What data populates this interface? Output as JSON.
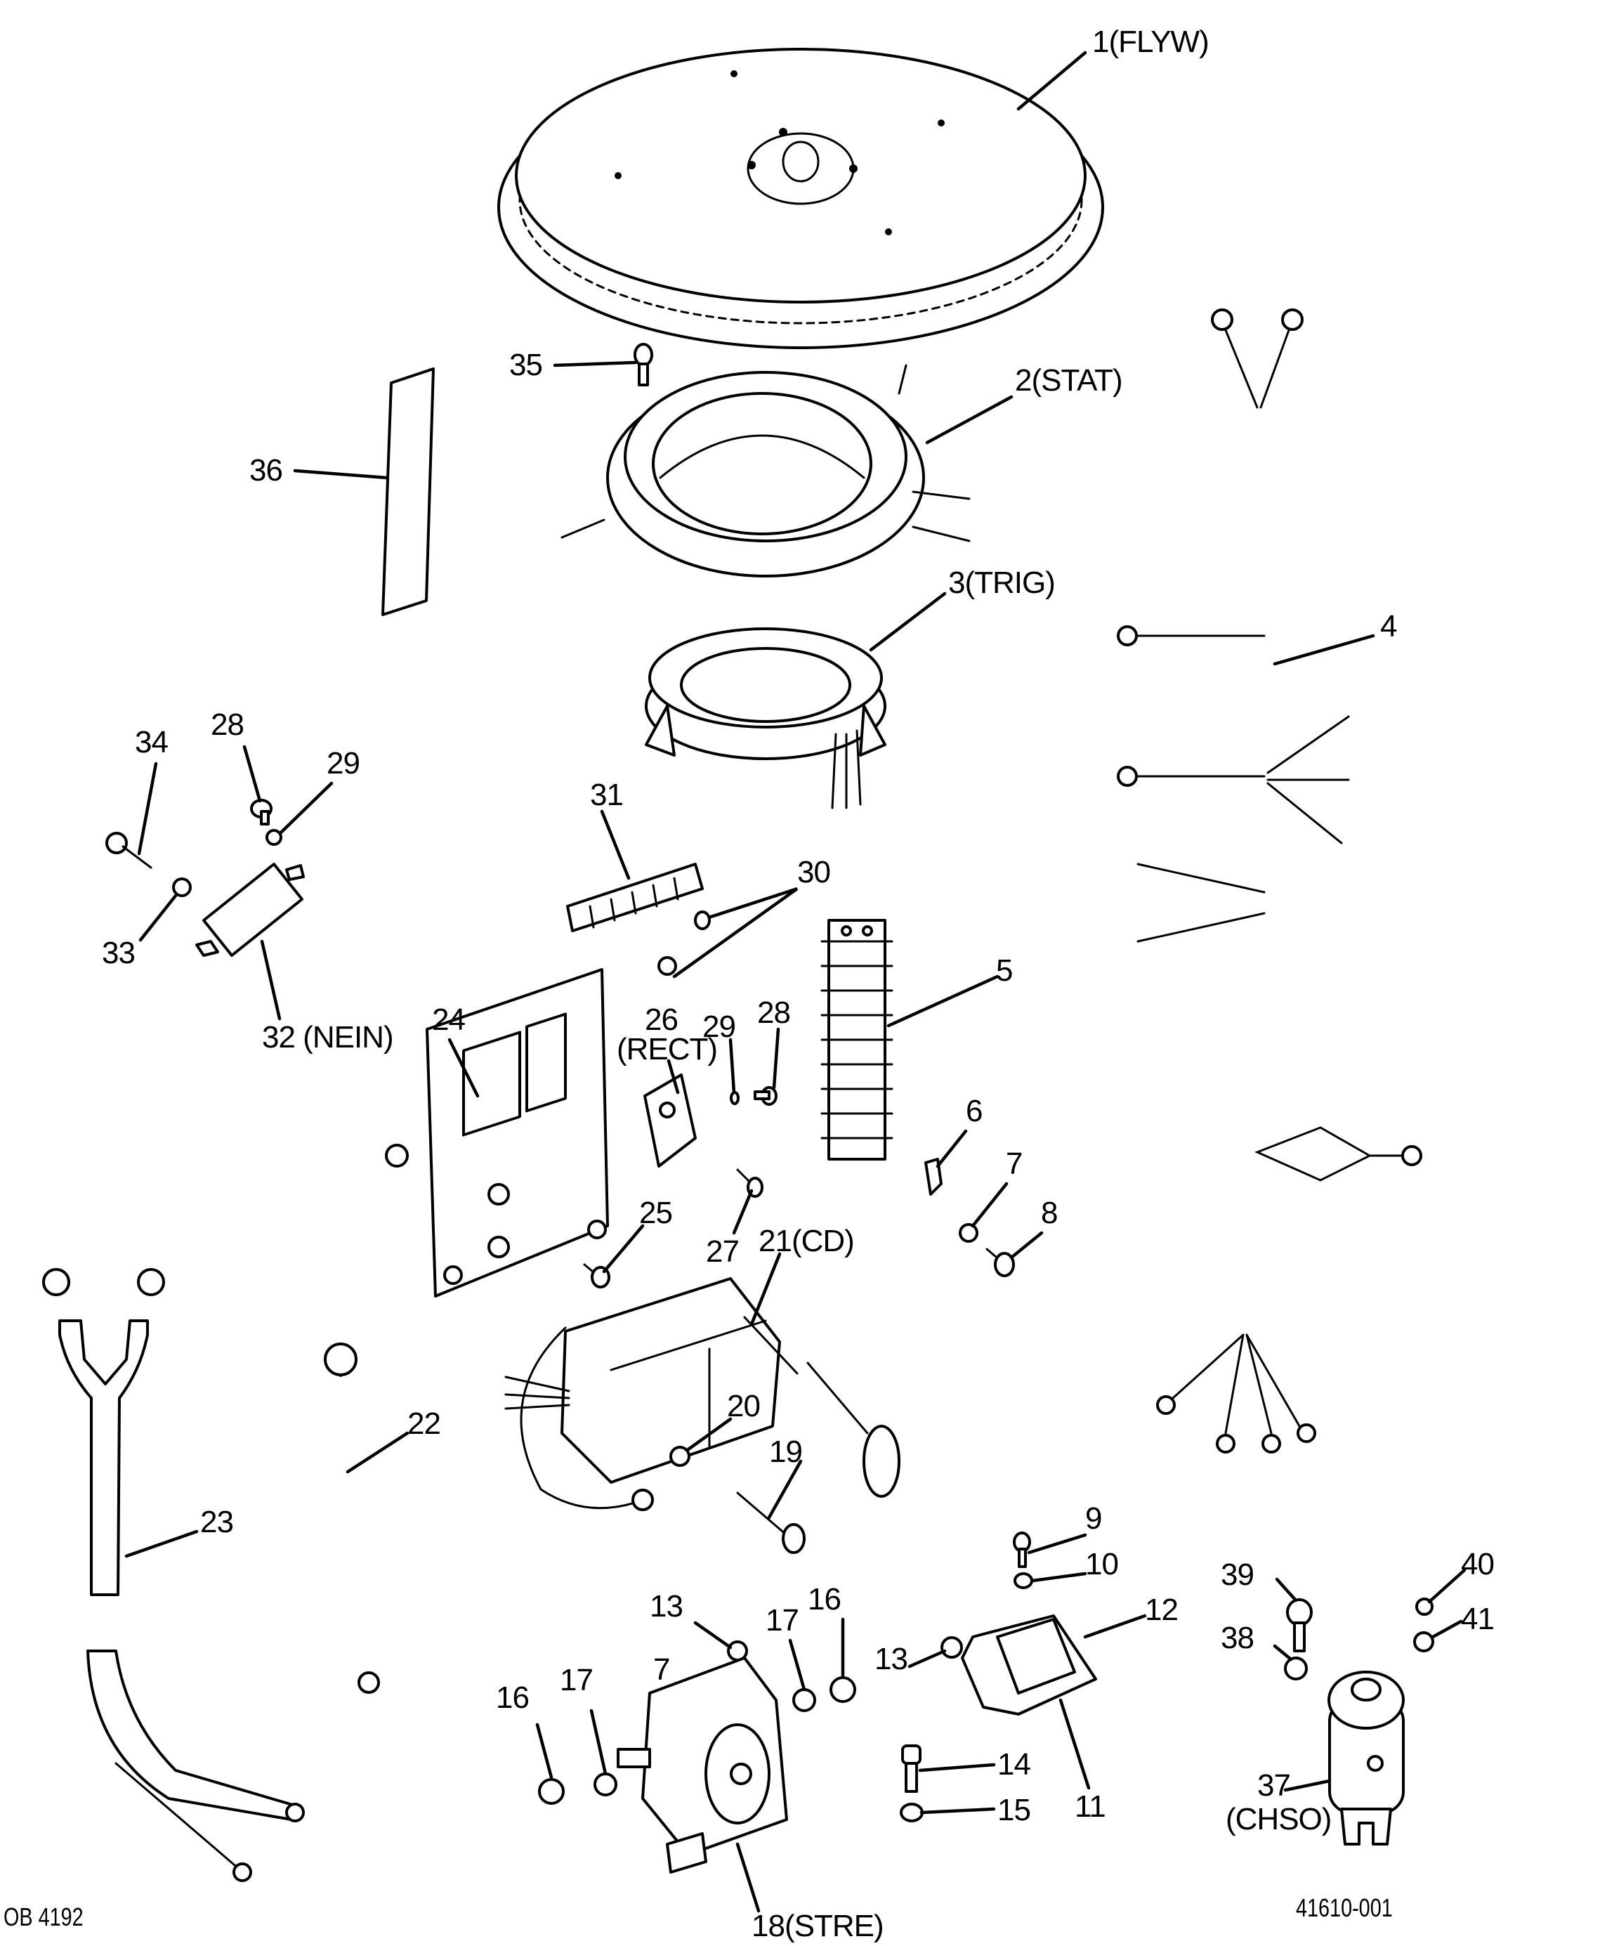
{
  "figure": {
    "title": "Outboard ignition / electrical exploded parts diagram",
    "figure_code": "OB 4192",
    "drawing_number": "41610-001"
  },
  "callouts": [
    {
      "id": "1",
      "text": "1(FLYW)",
      "part": "flywheel"
    },
    {
      "id": "2",
      "text": "2(STAT)",
      "part": "stator"
    },
    {
      "id": "3",
      "text": "3(TRIG)",
      "part": "trigger"
    },
    {
      "id": "4",
      "text": "4",
      "part": "wiring-harness"
    },
    {
      "id": "5",
      "text": "5",
      "part": "terminal-block"
    },
    {
      "id": "6",
      "text": "6",
      "part": "clip"
    },
    {
      "id": "7a",
      "text": "7",
      "part": "lockwasher"
    },
    {
      "id": "8",
      "text": "8",
      "part": "screw"
    },
    {
      "id": "9",
      "text": "9",
      "part": "screw"
    },
    {
      "id": "10",
      "text": "10",
      "part": "washer"
    },
    {
      "id": "11",
      "text": "11",
      "part": "regulator-base"
    },
    {
      "id": "12",
      "text": "12",
      "part": "regulator"
    },
    {
      "id": "13a",
      "text": "13",
      "part": "nut"
    },
    {
      "id": "13b",
      "text": "13",
      "part": "nut"
    },
    {
      "id": "14",
      "text": "14",
      "part": "bolt"
    },
    {
      "id": "15",
      "text": "15",
      "part": "washer"
    },
    {
      "id": "16a",
      "text": "16",
      "part": "nut"
    },
    {
      "id": "16b",
      "text": "16",
      "part": "nut"
    },
    {
      "id": "17a",
      "text": "17",
      "part": "lockwasher"
    },
    {
      "id": "17b",
      "text": "17",
      "part": "lockwasher"
    },
    {
      "id": "7b",
      "text": "7",
      "part": "lockwasher"
    },
    {
      "id": "18",
      "text": "18(STRE)",
      "part": "starter-solenoid"
    },
    {
      "id": "19",
      "text": "19",
      "part": "screw"
    },
    {
      "id": "20",
      "text": "20",
      "part": "washer"
    },
    {
      "id": "21",
      "text": "21(CD)",
      "part": "ignition-coil"
    },
    {
      "id": "22",
      "text": "22",
      "part": "ground-lead"
    },
    {
      "id": "23",
      "text": "23",
      "part": "battery-cable"
    },
    {
      "id": "24",
      "text": "24",
      "part": "mounting-plate"
    },
    {
      "id": "25",
      "text": "25",
      "part": "screw"
    },
    {
      "id": "26a",
      "text": "26",
      "part": "rectifier"
    },
    {
      "id": "26b",
      "text": "(RECT)",
      "part": "rectifier"
    },
    {
      "id": "27",
      "text": "27",
      "part": "screw"
    },
    {
      "id": "28a",
      "text": "28",
      "part": "screw"
    },
    {
      "id": "28b",
      "text": "28",
      "part": "screw"
    },
    {
      "id": "29a",
      "text": "29",
      "part": "lockwasher"
    },
    {
      "id": "29b",
      "text": "29",
      "part": "lockwasher"
    },
    {
      "id": "30",
      "text": "30",
      "part": "screw"
    },
    {
      "id": "31",
      "text": "31",
      "part": "terminal-strip"
    },
    {
      "id": "32",
      "text": "32 (NEIN)",
      "part": "neutral-interlock"
    },
    {
      "id": "33",
      "text": "33",
      "part": "washer"
    },
    {
      "id": "34",
      "text": "34",
      "part": "screw"
    },
    {
      "id": "35",
      "text": "35",
      "part": "screw"
    },
    {
      "id": "36",
      "text": "36",
      "part": "decal"
    },
    {
      "id": "37a",
      "text": "37",
      "part": "choke-solenoid"
    },
    {
      "id": "37b",
      "text": "(CHSO)",
      "part": "choke-solenoid"
    },
    {
      "id": "38",
      "text": "38",
      "part": "washer"
    },
    {
      "id": "39",
      "text": "39",
      "part": "screw"
    },
    {
      "id": "40",
      "text": "40",
      "part": "nut"
    },
    {
      "id": "41",
      "text": "41",
      "part": "lockwasher"
    }
  ]
}
